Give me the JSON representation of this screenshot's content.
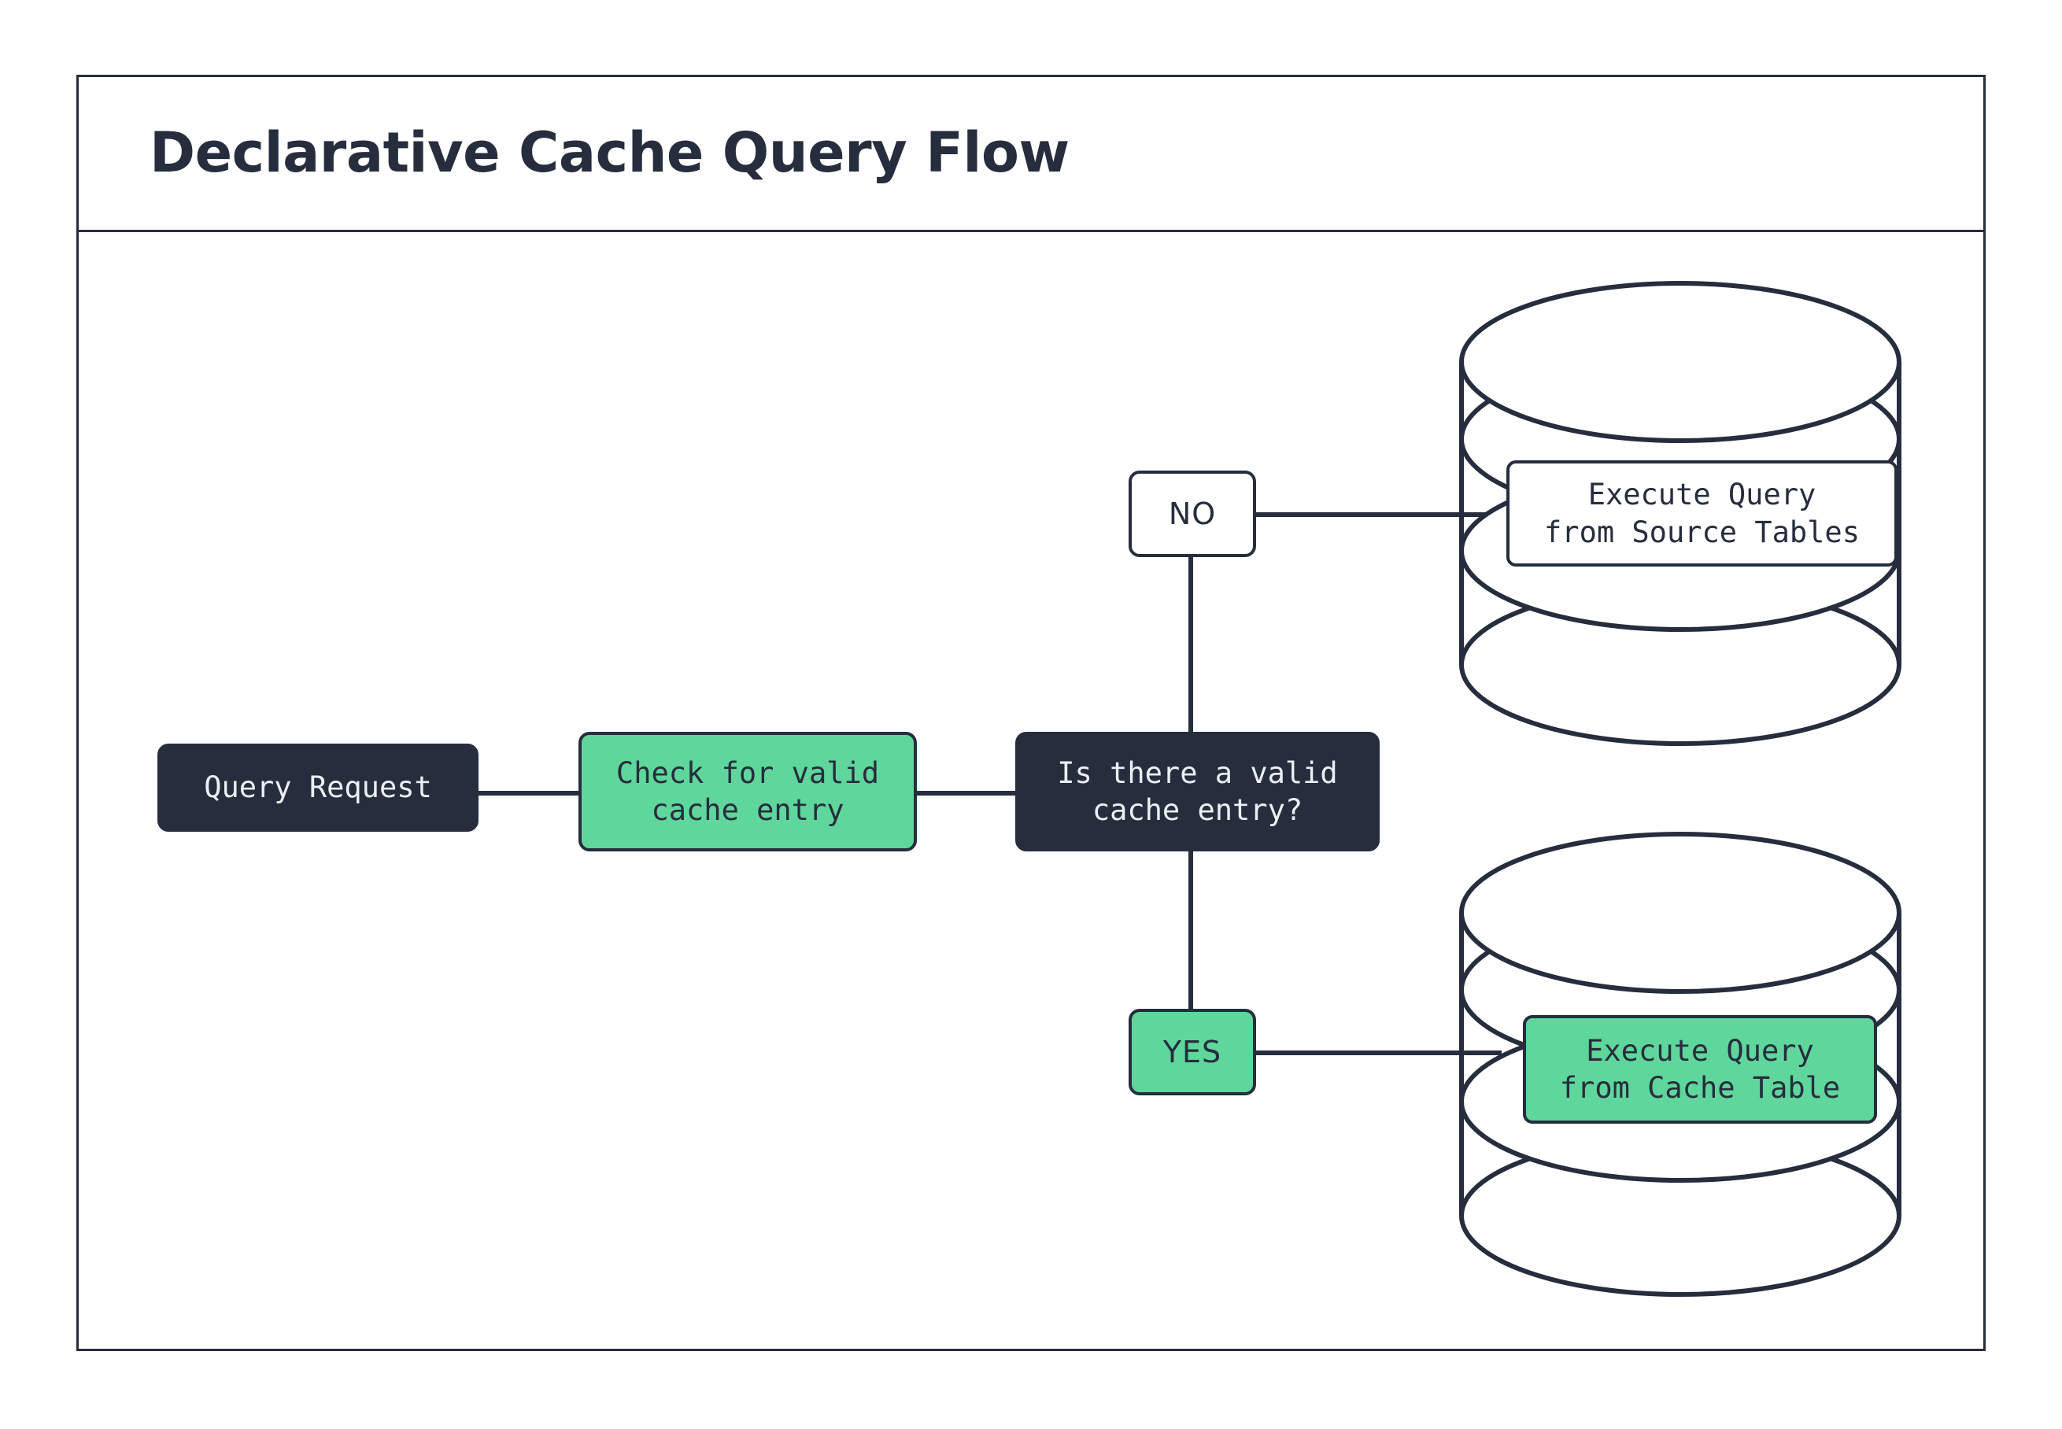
{
  "diagram": {
    "title": "Declarative Cache Query Flow",
    "type": "flowchart",
    "colors": {
      "ink": "#262d3d",
      "accent_green": "#5fd69b",
      "dark_fill": "#262d3d",
      "light_text": "#eceff3",
      "background": "#ffffff"
    },
    "nodes": [
      {
        "id": "query-request",
        "label": "Query Request",
        "shape": "rounded-rect",
        "style": "dark"
      },
      {
        "id": "check-cache",
        "label": "Check for valid\ncache entry",
        "shape": "rounded-rect",
        "style": "green"
      },
      {
        "id": "decision",
        "label": "Is there a valid\ncache entry?",
        "shape": "rounded-rect",
        "style": "dark"
      },
      {
        "id": "source-db",
        "label": "Execute Query\nfrom Source Tables",
        "shape": "cylinder",
        "style": "white"
      },
      {
        "id": "cache-db",
        "label": "Execute Query\nfrom Cache Table",
        "shape": "cylinder",
        "style": "green"
      }
    ],
    "branches": [
      {
        "id": "no",
        "label": "NO",
        "style": "white",
        "target": "source-db"
      },
      {
        "id": "yes",
        "label": "YES",
        "style": "green",
        "target": "cache-db"
      }
    ],
    "edges": [
      {
        "from": "query-request",
        "to": "check-cache"
      },
      {
        "from": "check-cache",
        "to": "decision"
      },
      {
        "from": "decision",
        "to": "no"
      },
      {
        "from": "decision",
        "to": "yes"
      },
      {
        "from": "no",
        "to": "source-db"
      },
      {
        "from": "yes",
        "to": "cache-db"
      }
    ]
  }
}
